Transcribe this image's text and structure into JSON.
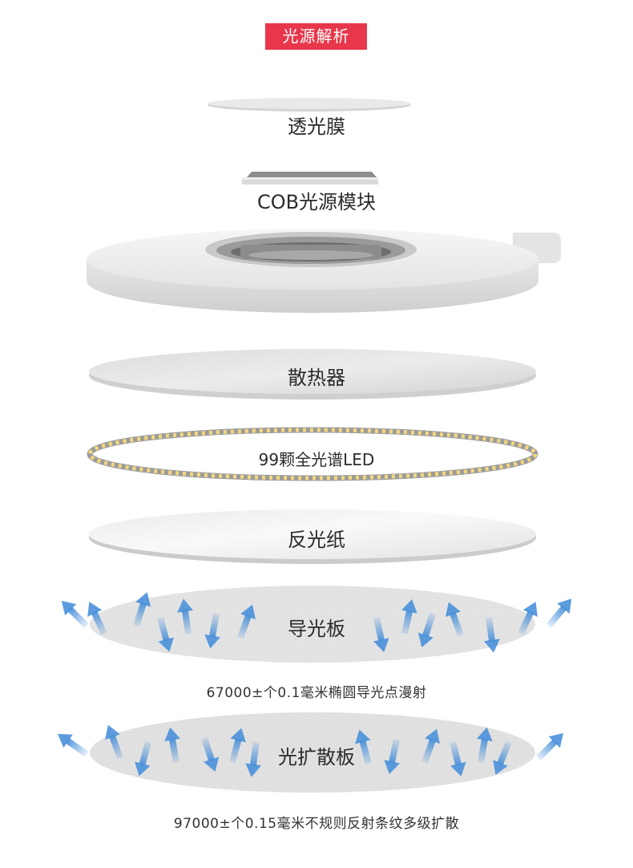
{
  "header": {
    "title": "光源解析"
  },
  "layers": {
    "film": {
      "label": "透光膜"
    },
    "cob": {
      "label": "COB光源模块"
    },
    "heatsink": {
      "label": "散热器"
    },
    "led": {
      "label": "99颗全光谱LED"
    },
    "reflector": {
      "label": "反光纸"
    },
    "guide": {
      "label": "导光板",
      "caption": "67000±个0.1毫米椭圆导光点漫射"
    },
    "diffuser": {
      "label": "光扩散板",
      "caption": "97000±个0.15毫米不规则反射条纹多级扩散"
    }
  },
  "colors": {
    "badge": "#e8374a",
    "arrow": "#4a90d9",
    "led_chip": "#f3d77e"
  }
}
